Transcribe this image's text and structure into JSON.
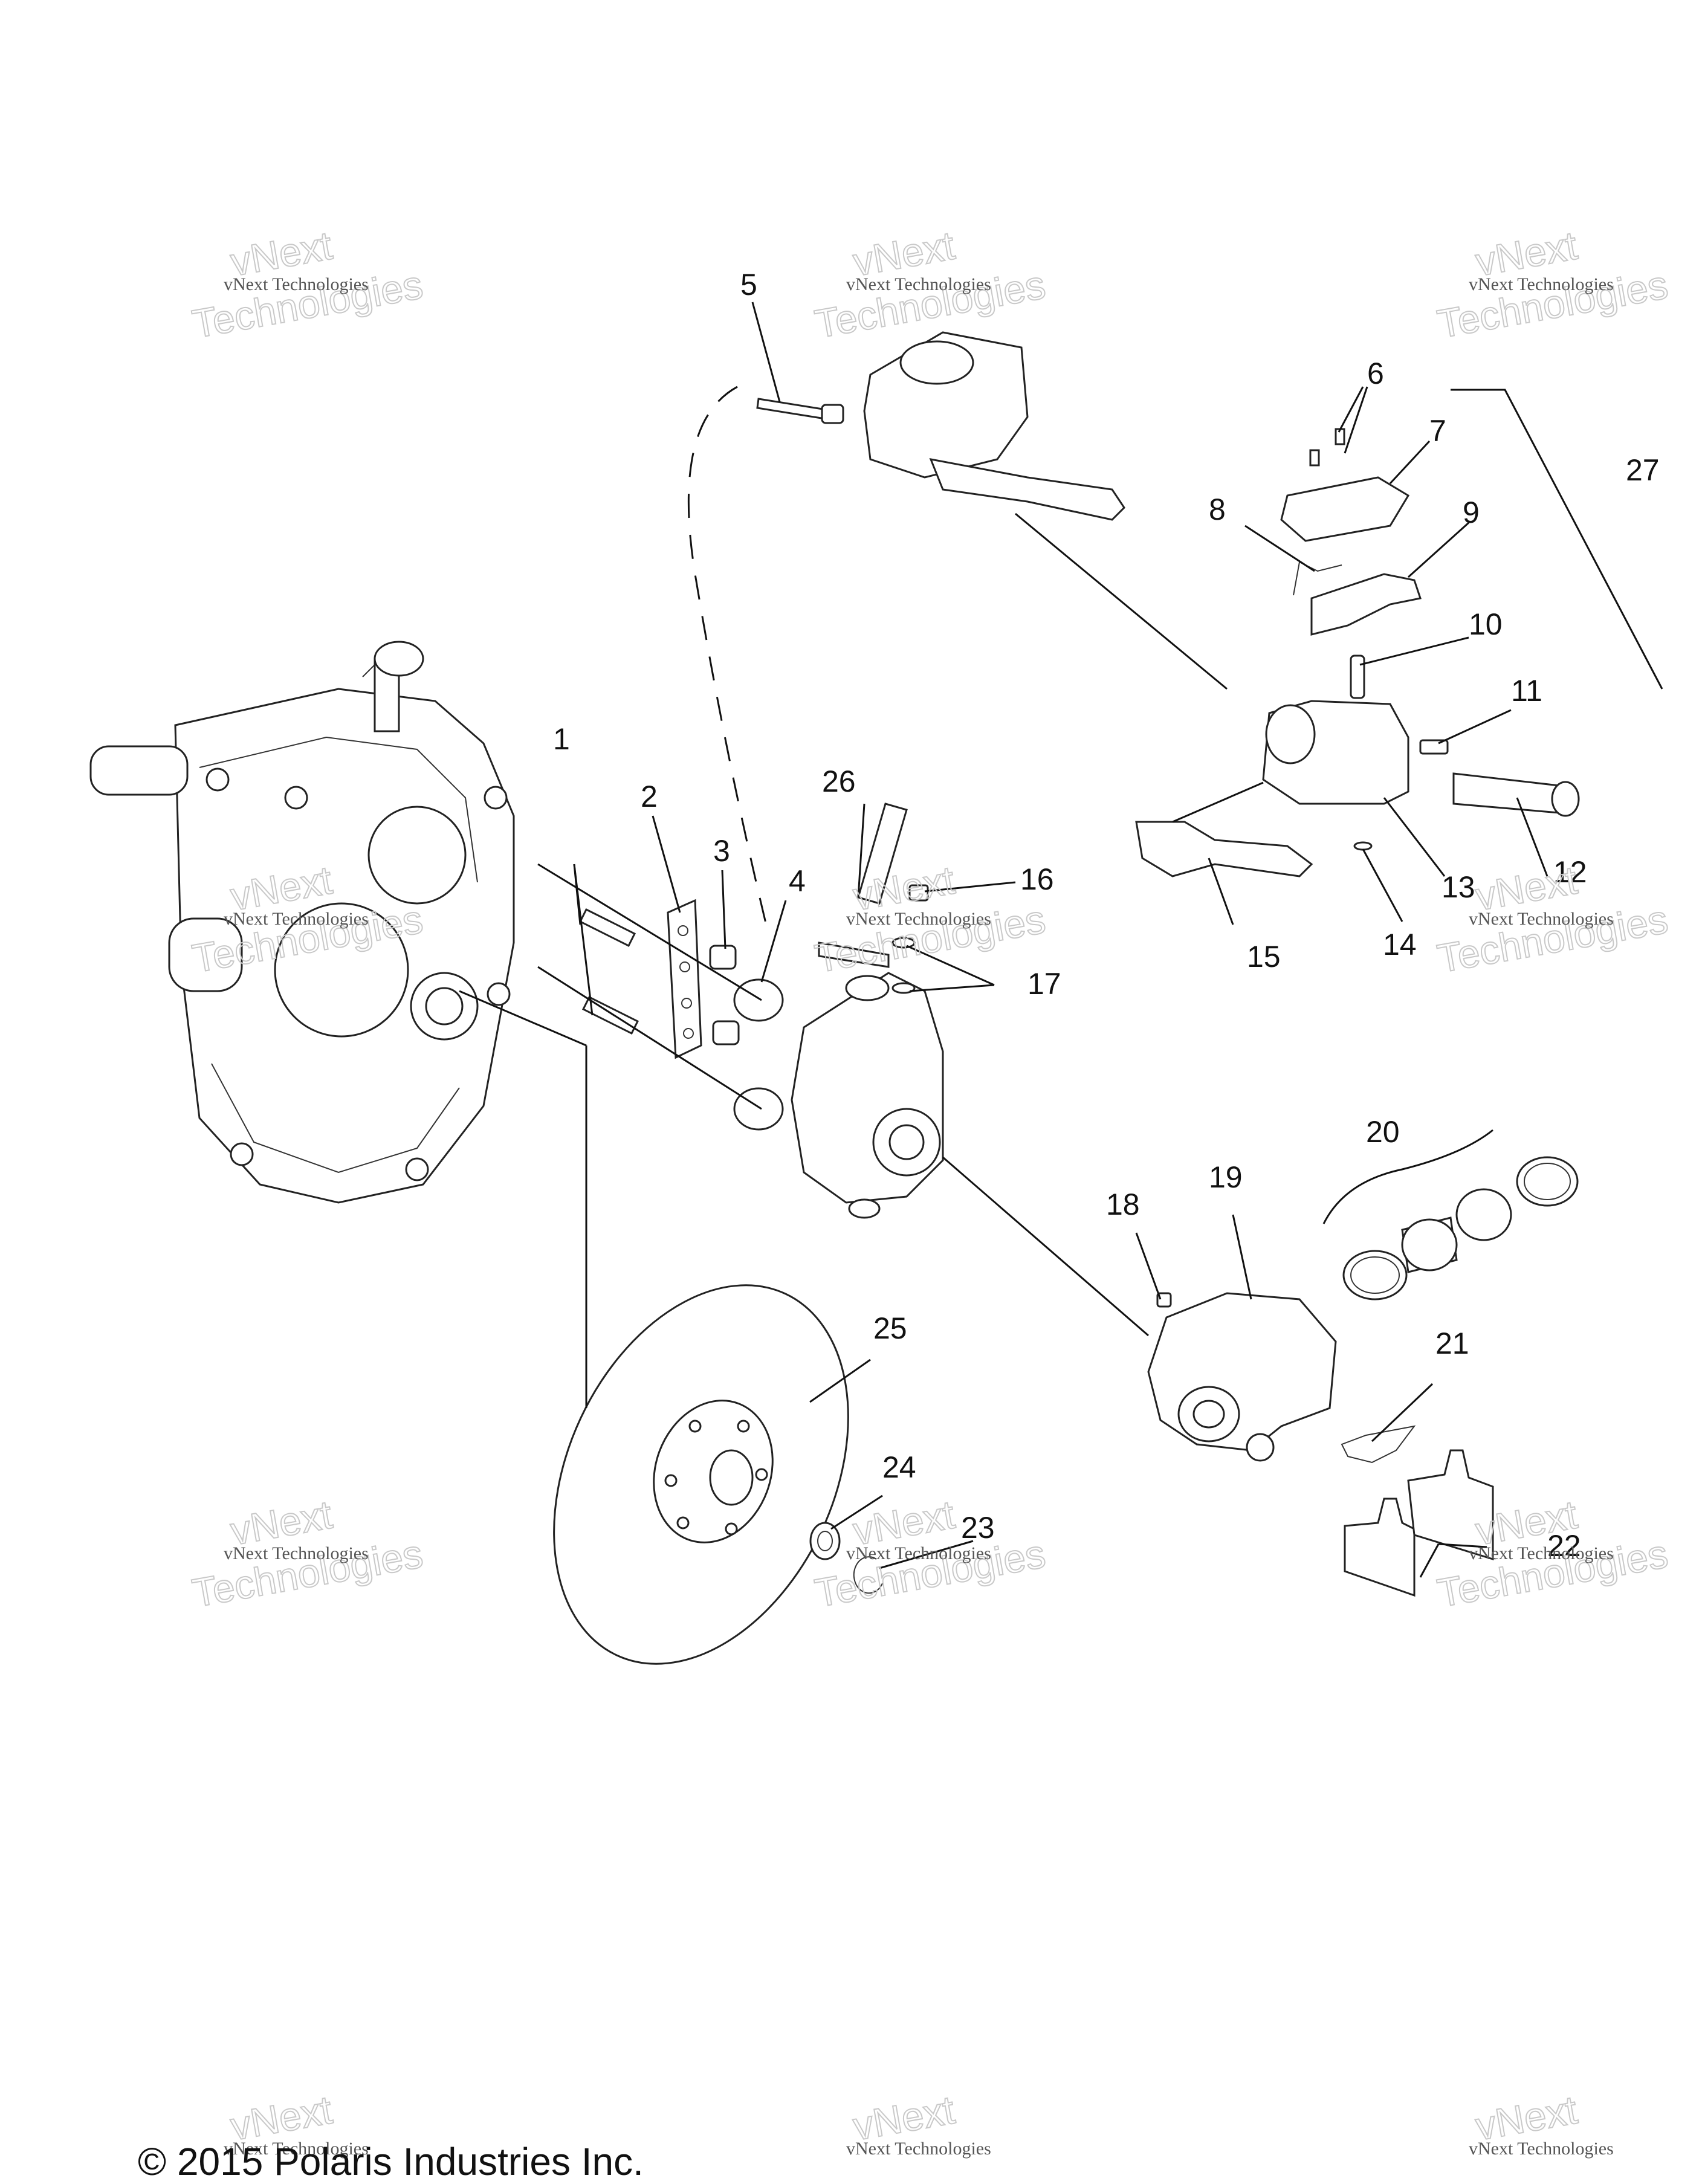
{
  "diagram": {
    "callouts": [
      "1",
      "2",
      "3",
      "4",
      "5",
      "6",
      "7",
      "8",
      "9",
      "10",
      "11",
      "12",
      "13",
      "14",
      "15",
      "16",
      "17",
      "18",
      "19",
      "20",
      "21",
      "22",
      "23",
      "24",
      "25",
      "26",
      "27"
    ]
  },
  "watermark": {
    "small_text": "vNext Technologies",
    "big_top": "vNext",
    "big_bottom": "Technologies"
  },
  "footer": {
    "copyright": "© 2015 Polaris Industries Inc."
  }
}
